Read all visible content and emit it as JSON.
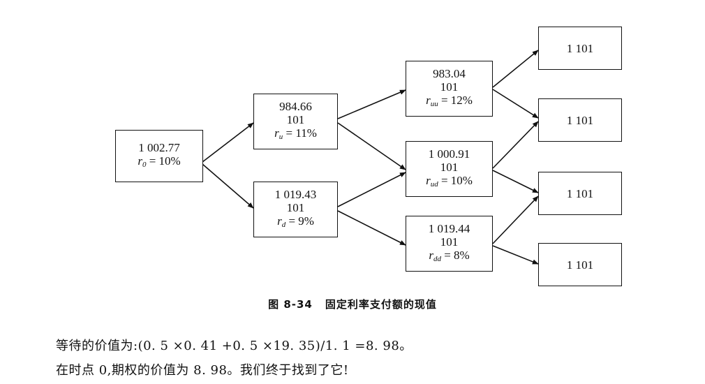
{
  "tree": {
    "root": {
      "value": "1 002.77",
      "rate_sym": "r",
      "rate_sub": "0",
      "rate_val": "= 10%"
    },
    "up": {
      "value": "984.66",
      "payment": "101",
      "rate_sym": "r",
      "rate_sub": "u",
      "rate_val": "= 11%"
    },
    "down": {
      "value": "1 019.43",
      "payment": "101",
      "rate_sym": "r",
      "rate_sub": "d",
      "rate_val": "= 9%"
    },
    "uu": {
      "value": "983.04",
      "payment": "101",
      "rate_sym": "r",
      "rate_sub": "uu",
      "rate_val": "= 12%"
    },
    "ud": {
      "value": "1 000.91",
      "payment": "101",
      "rate_sym": "r",
      "rate_sub": "ud",
      "rate_val": "= 10%"
    },
    "dd": {
      "value": "1 019.44",
      "payment": "101",
      "rate_sym": "r",
      "rate_sub": "dd",
      "rate_val": "= 8%"
    },
    "terminal": [
      "1 101",
      "1 101",
      "1 101",
      "1 101"
    ]
  },
  "caption": {
    "number": "图 8-34",
    "title": "固定利率支付额的现值"
  },
  "body_text": [
    "等待的价值为:(0. 5 ×0. 41 +0. 5 ×19. 35)/1. 1 =8. 98。",
    "在时点 0,期权的价值为 8. 98。我们终于找到了它!"
  ]
}
